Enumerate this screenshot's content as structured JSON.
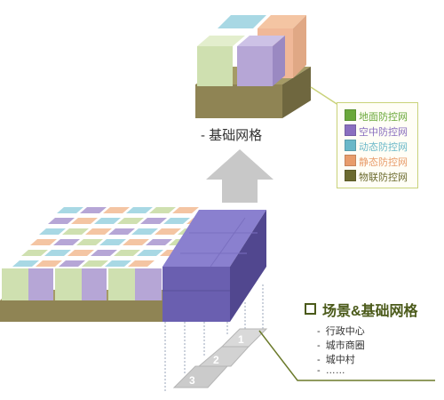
{
  "base_label": "- 基础网格",
  "legend": {
    "items": [
      {
        "label": "地面防控网",
        "color": "#6aa83a"
      },
      {
        "label": "空中防控网",
        "color": "#8a6fbf"
      },
      {
        "label": "动态防控网",
        "color": "#6ab8c8"
      },
      {
        "label": "静态防控网",
        "color": "#e89c6a"
      },
      {
        "label": "物联防控网",
        "color": "#6b6a2e"
      }
    ]
  },
  "scene": {
    "title": "场景&基础网格",
    "items": [
      "行政中心",
      "城市商圈",
      "城中村",
      "……"
    ],
    "item_prefix": "-"
  },
  "floors": [
    "1",
    "2",
    "3"
  ],
  "colors": {
    "grass": "#cfe0b0",
    "purple": "#b6a6d6",
    "blue": "#a8d8e4",
    "orange": "#f4c5a3",
    "soil": "#8f8454",
    "highlight": "#6a5fb0",
    "accent": "#6b7a2a"
  }
}
